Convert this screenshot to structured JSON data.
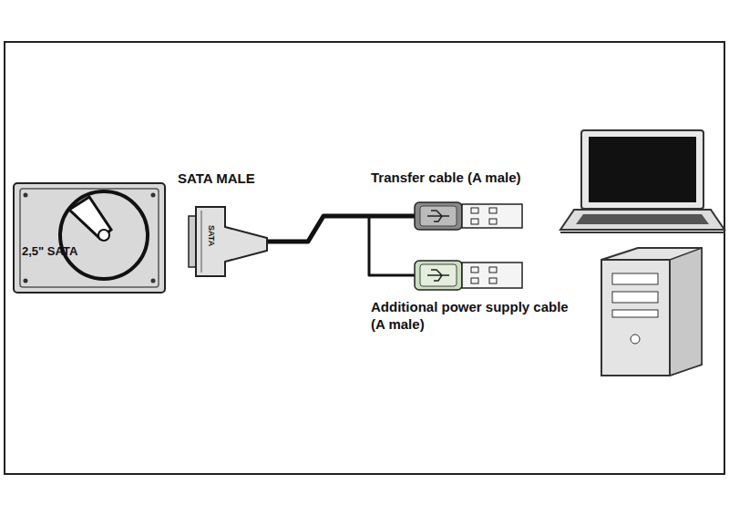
{
  "diagram": {
    "nodes": [
      {
        "text": [
          "2,5\" SATA"
        ]
      },
      {
        "text": [
          "SATA MALE",
          "SATA"
        ]
      },
      {
        "text": [
          "Transfer cable (A male)"
        ]
      },
      {
        "text": [
          "Additional power supply cable (A male)"
        ]
      }
    ],
    "edges": [
      {
        "from": 1,
        "to": 2,
        "arrow": "none"
      },
      {
        "from": 1,
        "to": 3,
        "arrow": "none"
      }
    ]
  }
}
